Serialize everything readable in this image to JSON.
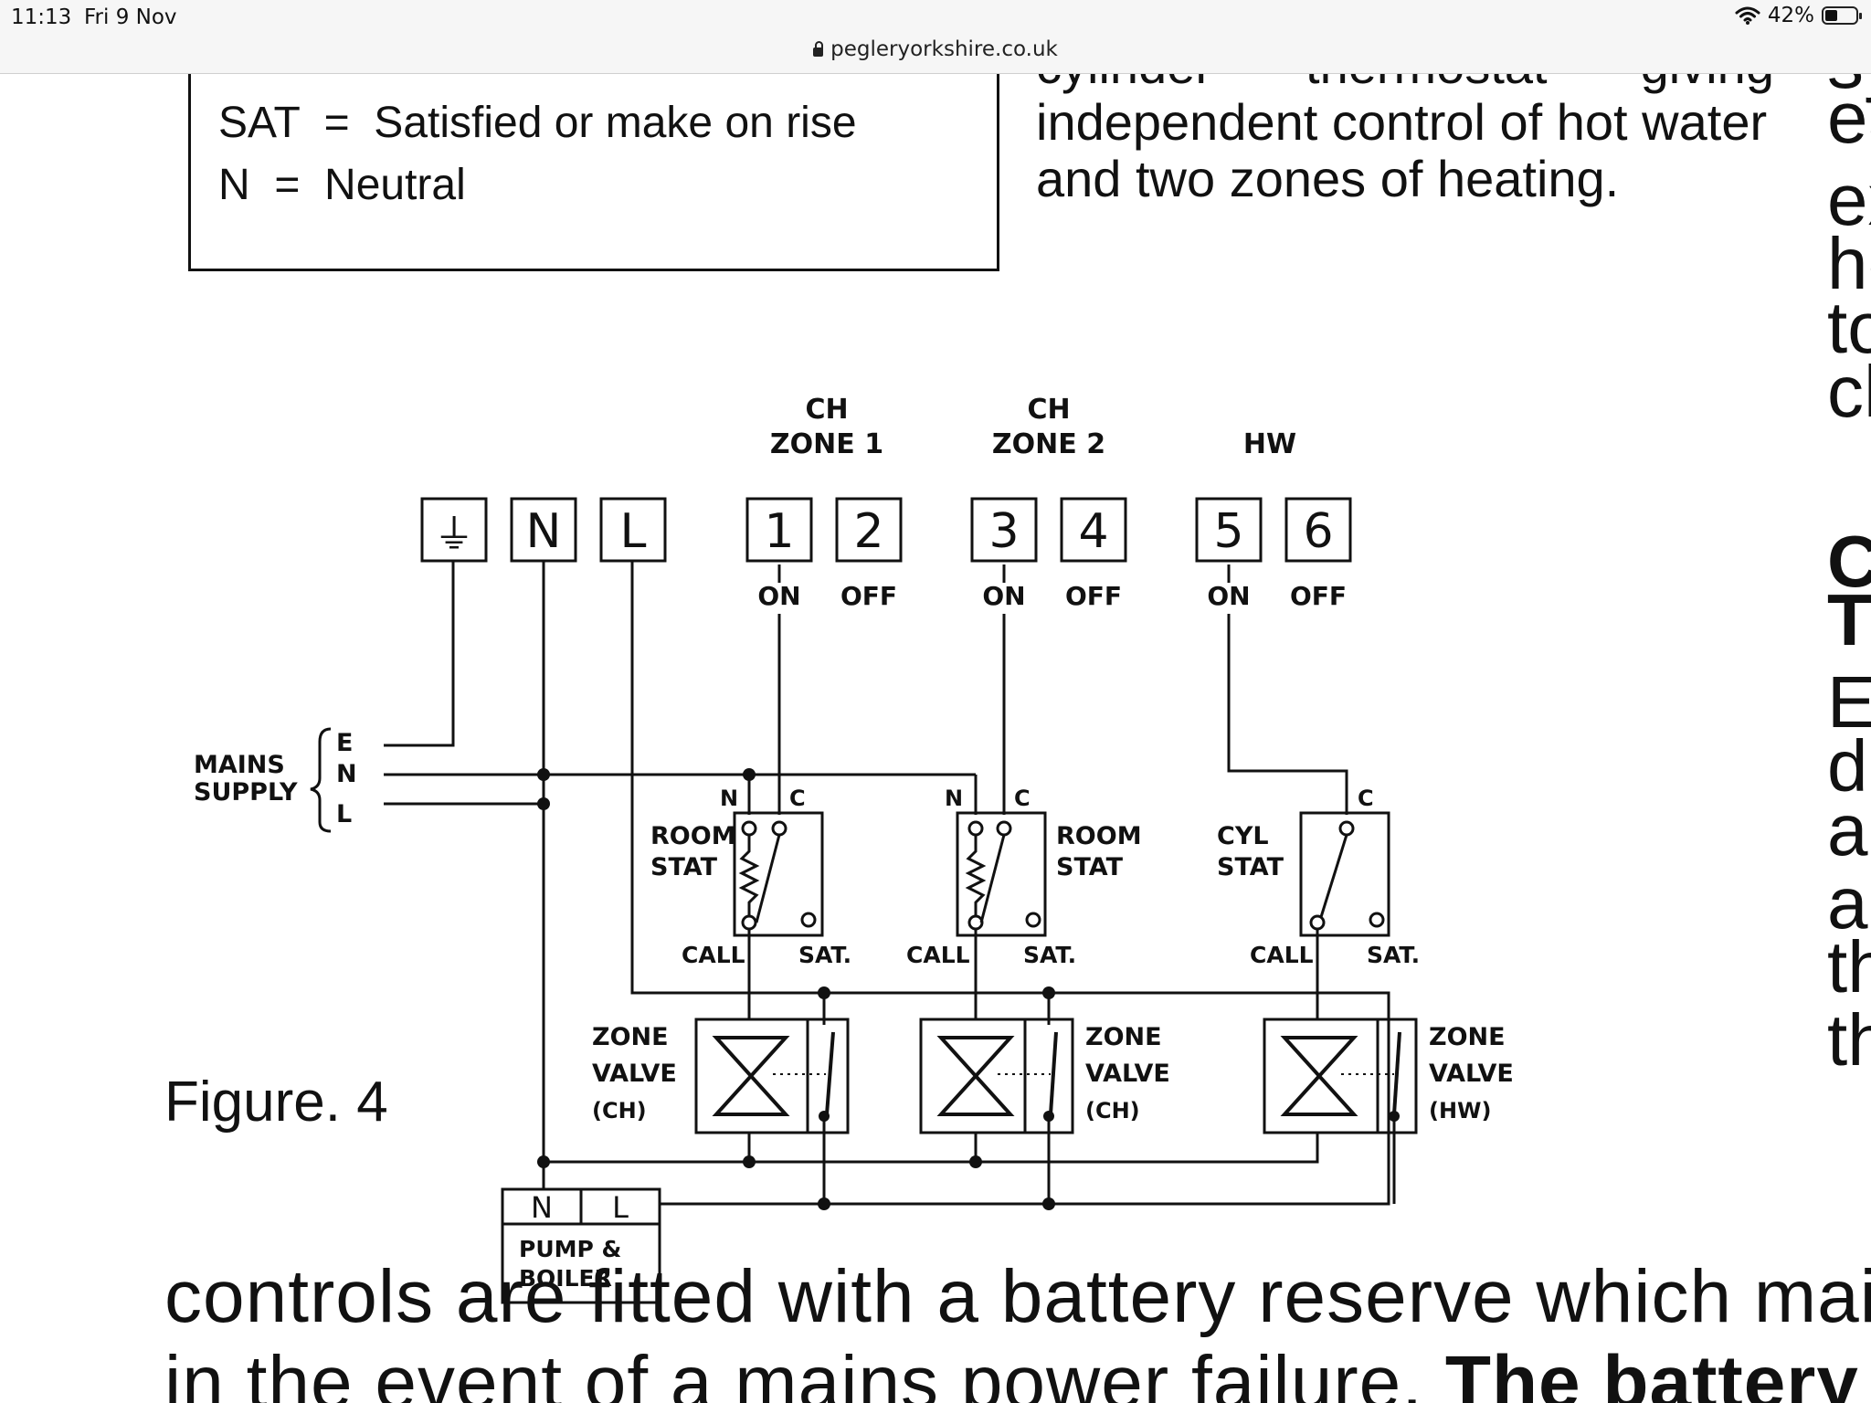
{
  "status_bar": {
    "time": "11:13",
    "date": "Fri 9 Nov",
    "battery_percent": "42%",
    "battery_level": 0.42,
    "icons": [
      "wifi-icon",
      "battery-icon"
    ]
  },
  "url_bar": {
    "url": "pegleryorkshire.co.uk",
    "icon": "lock-icon"
  },
  "legend": {
    "line1": "SAT  =  Satisfied or make on rise",
    "line2": "N  =  Neutral"
  },
  "column_text": {
    "line1": [
      "cylinder",
      "thermostat",
      "giving"
    ],
    "line2": "independent control of hot water",
    "line3": "and two zones of heating."
  },
  "right_column_fragments": [
    {
      "text": "sy",
      "bold": false
    },
    {
      "text": "ea",
      "bold": false
    },
    {
      "text": "ex",
      "bold": false
    },
    {
      "text": "he",
      "bold": false
    },
    {
      "text": "to",
      "bold": false
    },
    {
      "text": "ch",
      "bold": false
    },
    {
      "text": "C",
      "bold": true
    },
    {
      "text": "Th",
      "bold": true
    },
    {
      "text": "E",
      "bold": false
    },
    {
      "text": "d",
      "bold": false
    },
    {
      "text": "a",
      "bold": false
    },
    {
      "text": "a",
      "bold": false
    },
    {
      "text": "th",
      "bold": false
    },
    {
      "text": "th",
      "bold": false
    }
  ],
  "diagram": {
    "headers": {
      "zone1": [
        "CH",
        "ZONE 1"
      ],
      "zone2": [
        "CH",
        "ZONE 2"
      ],
      "hw": "HW"
    },
    "terminals": [
      "⏚",
      "N",
      "L",
      "1",
      "2",
      "3",
      "4",
      "5",
      "6"
    ],
    "on": "ON",
    "off": "OFF",
    "mains": [
      "MAINS",
      "SUPPLY"
    ],
    "mains_lines": [
      "E",
      "N",
      "L"
    ],
    "room_stat": [
      "ROOM",
      "STAT"
    ],
    "cyl_stat": [
      "CYL",
      "STAT"
    ],
    "n_label": "N",
    "c_label": "C",
    "call": "CALL",
    "sat": "SAT.",
    "zone_valve_ch": [
      "ZONE",
      "VALVE",
      "(CH)"
    ],
    "zone_valve_hw": [
      "ZONE",
      "VALVE",
      "(HW)"
    ],
    "pump_boiler": [
      "PUMP &",
      "BOILER"
    ],
    "pump_terminals": [
      "N",
      "L"
    ]
  },
  "figure_label": "Figure. 4",
  "body_text": {
    "line1": "controls are fitted with a battery reserve which mainta",
    "line2_normal": "in the event of a mains power failure. ",
    "line2_bold": "The battery"
  }
}
